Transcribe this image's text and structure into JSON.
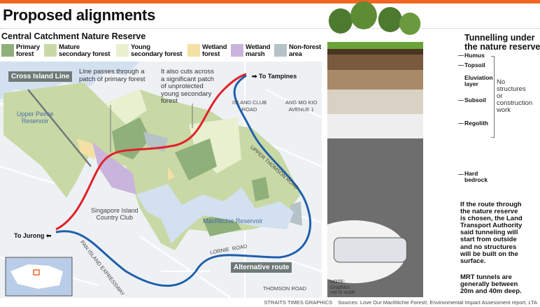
{
  "header": {
    "title": "Proposed alignments",
    "accent": "#f26522"
  },
  "map": {
    "subtitle": "Central Catchment Nature Reserve",
    "legend": [
      {
        "label": "Primary\nforest",
        "color": "#8fb07a"
      },
      {
        "label": "Mature\nsecondary forest",
        "color": "#c8d9a5"
      },
      {
        "label": "Young\nsecondary forest",
        "color": "#e8f0cf"
      },
      {
        "label": "Wetland\nforest",
        "color": "#f4dfa5"
      },
      {
        "label": "Wetland\nmarsh",
        "color": "#c9b5dc"
      },
      {
        "label": "Non-forest\narea",
        "color": "#b5c2c8"
      }
    ],
    "labels": {
      "cross_island_line": "Cross Island Line",
      "alternative_route": "Alternative route",
      "callout_primary": "Line passes through a\npatch of primary forest",
      "callout_young": "It also cuts across\na significant patch\nof unprotected\nyoung secondary\nforest",
      "to_tampines": "To Tampines",
      "to_jurong": "To Jurong",
      "upper_peirce": "Upper Peirce\nReservoir",
      "island_club": "ISLAND CLUB\nROAD",
      "ang_mo_kio": "ANG MO KIO\nAVENUE 1",
      "upper_thomson": "UPPER THOMSON ROAD",
      "sicc": "Singapore Island\nCountry Club",
      "macritchie": "MacRitchie Reservoir",
      "lornie": "LORNIE  ROAD",
      "pie": "PAN ISLAND EXPRESSWAY",
      "thomson": "THOMSON ROAD"
    },
    "colors": {
      "cross_island_line": "#e3202a",
      "alternative_route": "#1f5fad",
      "water": "#d3e0f0"
    }
  },
  "tunnel": {
    "title": "Tunnelling under\nthe nature reserve",
    "layers": [
      "Humus",
      "Topsoil",
      "Eluviation\nlayer",
      "Subsoil",
      "Regolith",
      "Hard\nbedrock"
    ],
    "no_structures": "No\nstructures\nor\nconstruction\nwork",
    "paragraph1": "If the route through\nthe nature reserve\nis chosen, the Land\nTransport Authority\nsaid tunneling will\nstart from outside\nand no structures\nwill be built on the\nsurface.",
    "paragraph2": "MRT tunnels are\ngenerally between\n20m and 40m deep.",
    "note": "NOTE:\nGraphics\nnot to scale"
  },
  "footer": {
    "credit": "STRAITS TIMES GRAPHICS",
    "sources": "Sources: Love Our MacRitchie Forest!, Environmental Impact Assessment report, LTA"
  }
}
